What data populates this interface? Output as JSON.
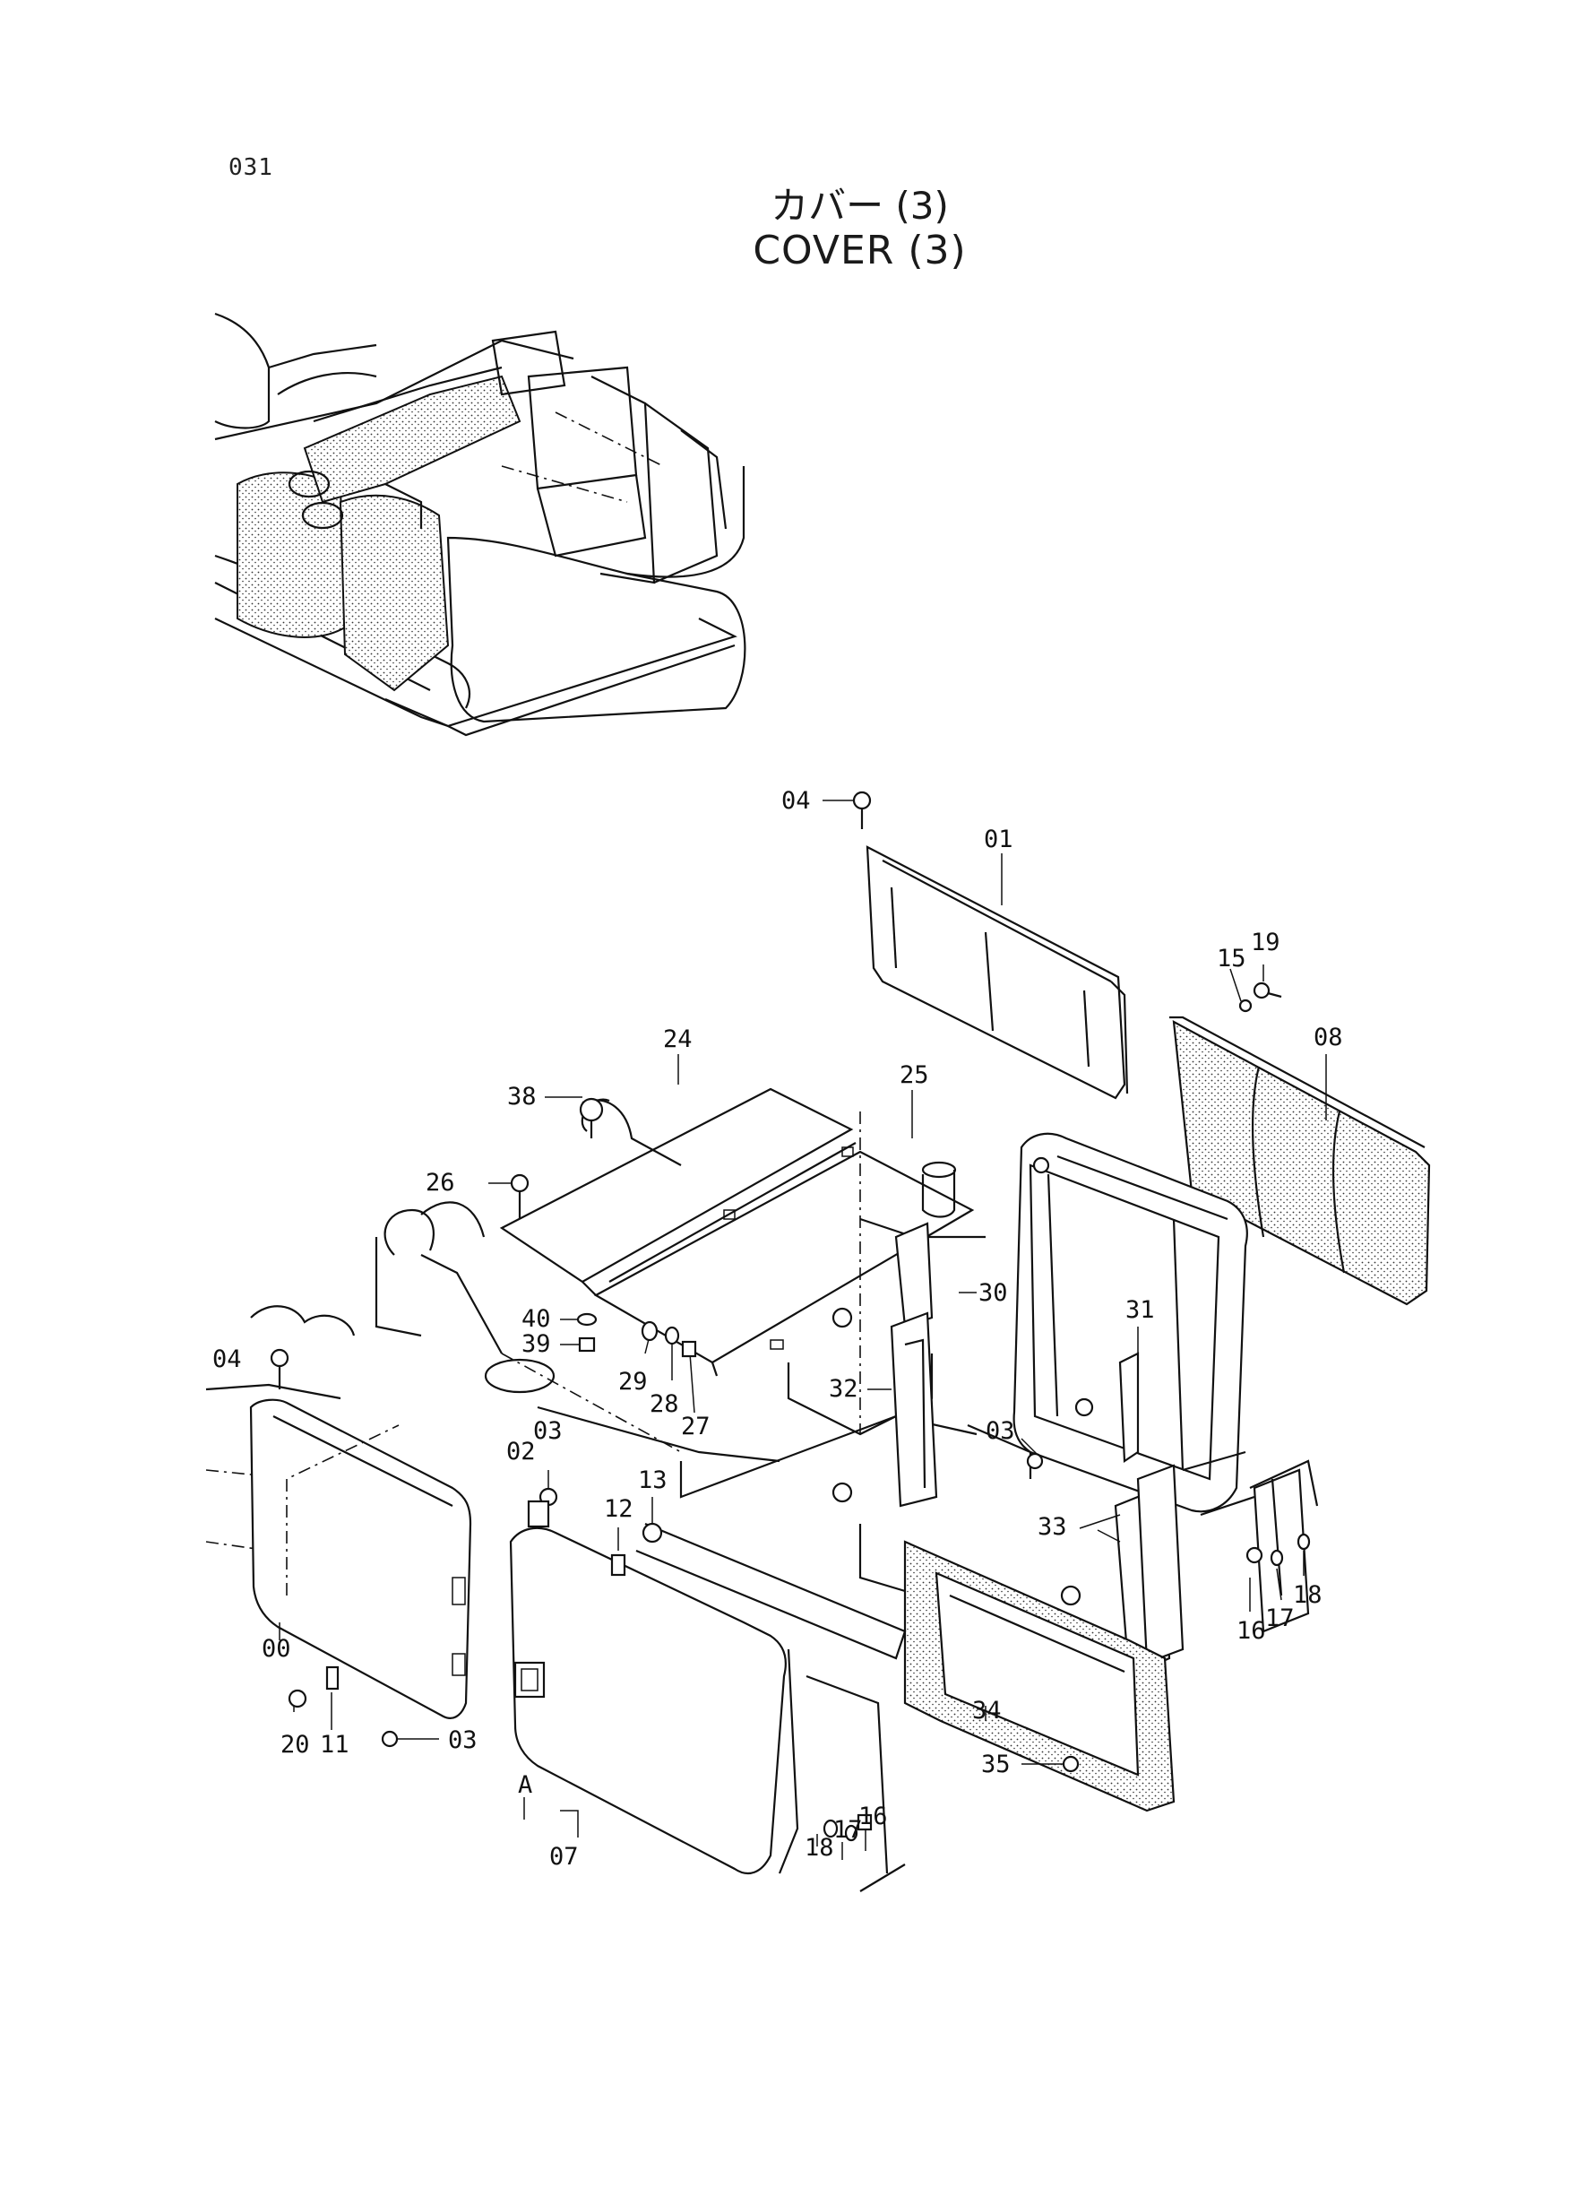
{
  "page_number": "031",
  "title_jp": "カバー (3)",
  "title_en": "COVER (3)",
  "callouts": [
    {
      "id": "01"
    },
    {
      "id": "04"
    },
    {
      "id": "15"
    },
    {
      "id": "19"
    },
    {
      "id": "08"
    },
    {
      "id": "24"
    },
    {
      "id": "38"
    },
    {
      "id": "25"
    },
    {
      "id": "26"
    },
    {
      "id": "30"
    },
    {
      "id": "40"
    },
    {
      "id": "39"
    },
    {
      "id": "31"
    },
    {
      "id": "29"
    },
    {
      "id": "28"
    },
    {
      "id": "27"
    },
    {
      "id": "32"
    },
    {
      "id": "03"
    },
    {
      "id": "02"
    },
    {
      "id": "13"
    },
    {
      "id": "12"
    },
    {
      "id": "33"
    },
    {
      "id": "16"
    },
    {
      "id": "17"
    },
    {
      "id": "18"
    },
    {
      "id": "00"
    },
    {
      "id": "20"
    },
    {
      "id": "11"
    },
    {
      "id": "34"
    },
    {
      "id": "35"
    },
    {
      "id": "A"
    },
    {
      "id": "07"
    }
  ]
}
